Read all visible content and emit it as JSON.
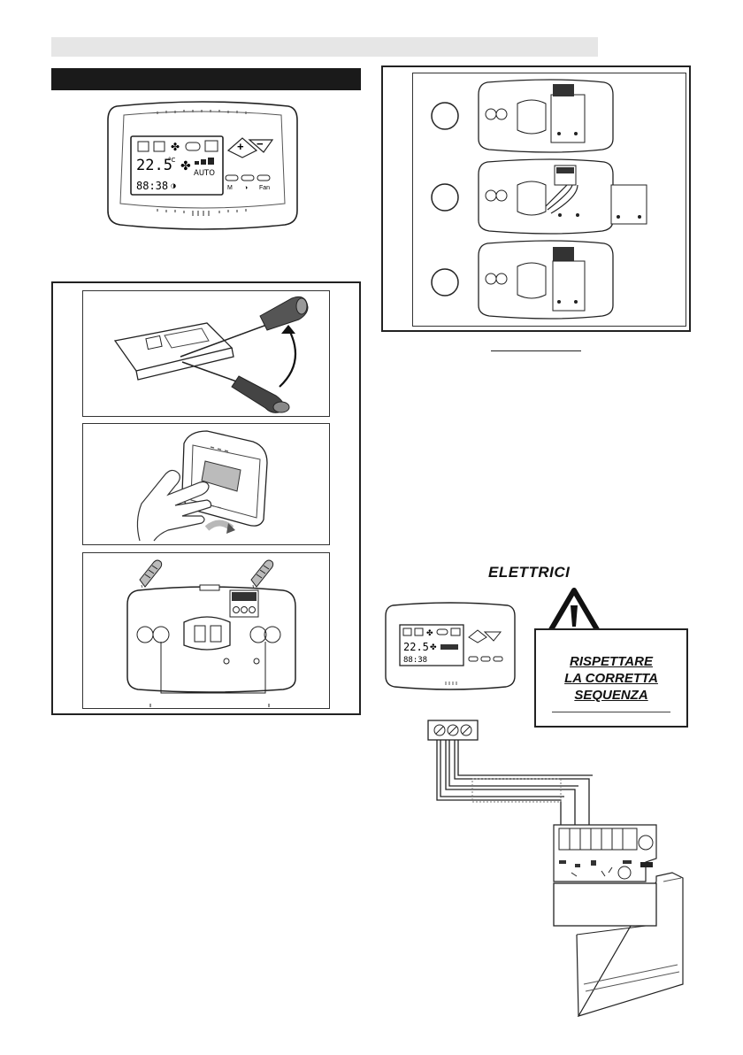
{
  "display": {
    "temperature": "22.5",
    "unit": "°C",
    "clock": "88:38",
    "mode": "AUTO"
  },
  "buttons": {
    "plus": "+",
    "minus": "−",
    "m": "M",
    "fan": "Fan"
  },
  "heading": {
    "electrical": "ELETTRICI"
  },
  "warning": {
    "line1": "RISPETTARE",
    "line2": "LA CORRETTA",
    "line3": "SEQUENZA"
  }
}
